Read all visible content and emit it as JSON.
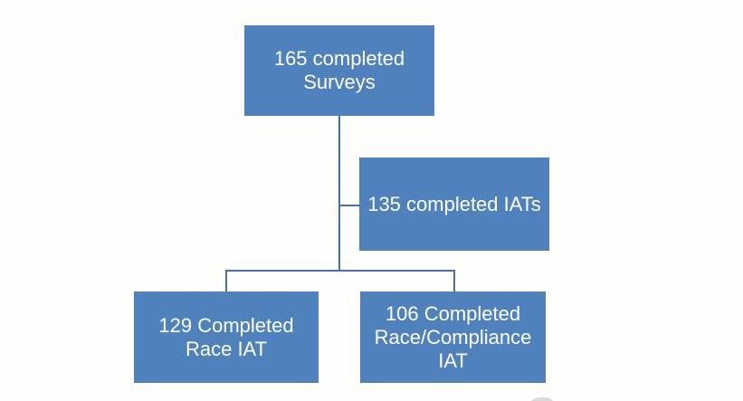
{
  "diagram": {
    "type": "flowchart",
    "nodes": [
      {
        "id": "surveys",
        "label": "165 completed Surveys",
        "count": 165
      },
      {
        "id": "iats",
        "label": "135 completed IATs",
        "count": 135
      },
      {
        "id": "race-iat",
        "label": "129 Completed Race IAT",
        "count": 129
      },
      {
        "id": "race-compliance-iat",
        "label": "106 Completed Race/Compliance IAT",
        "count": 106
      }
    ],
    "edges": [
      {
        "from": "surveys",
        "to": "iats"
      },
      {
        "from": "surveys",
        "to": "race-iat"
      },
      {
        "from": "surveys",
        "to": "race-compliance-iat"
      }
    ]
  },
  "colors": {
    "node_fill": "#4f81bd",
    "node_text": "#ffffff",
    "connector": "#4472a4",
    "background": "#fffefb"
  }
}
